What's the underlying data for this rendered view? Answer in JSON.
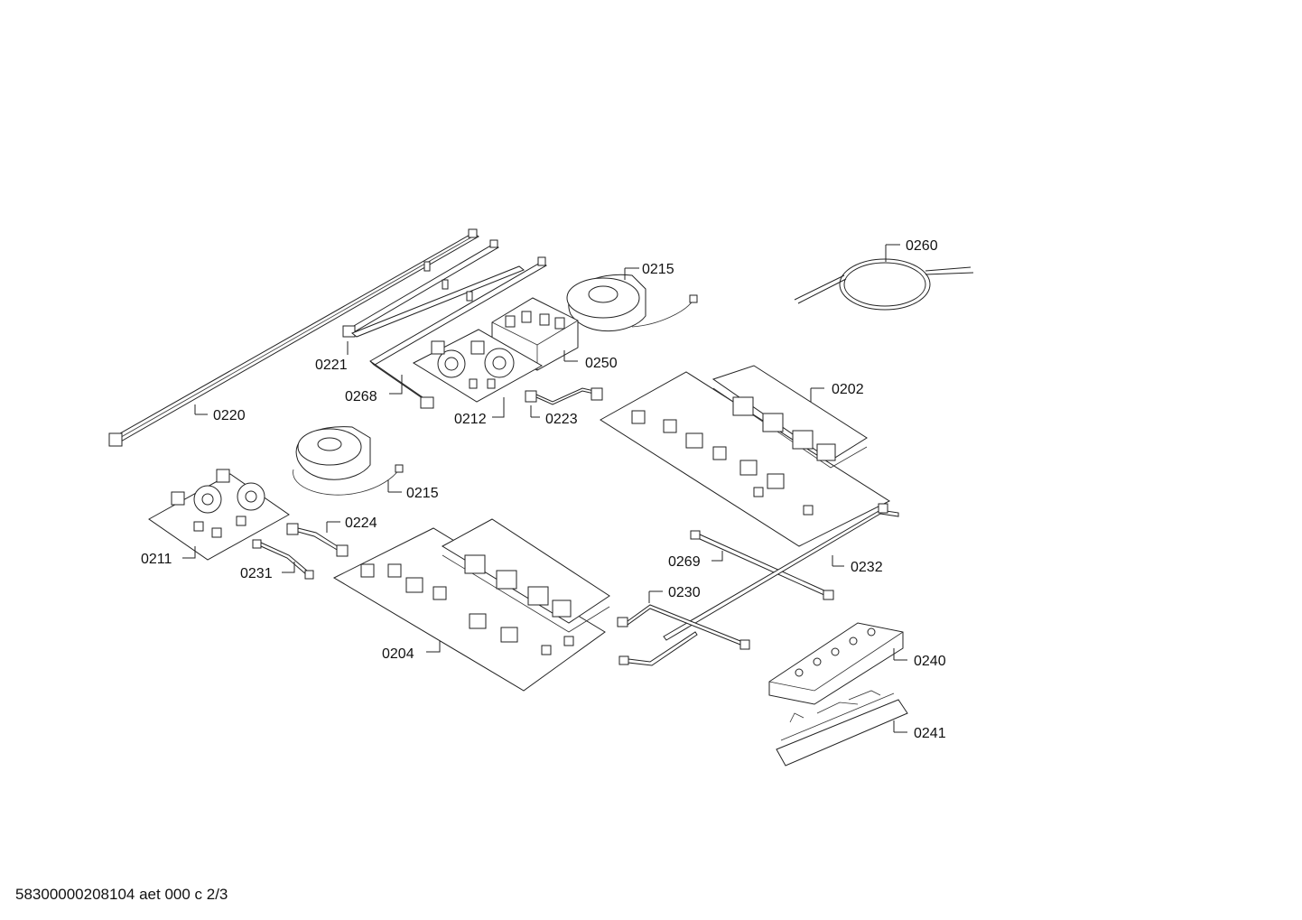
{
  "labels": {
    "p0215_a": "0215",
    "p0221": "0221",
    "p0268": "0268",
    "p0220": "0220",
    "p0212": "0212",
    "p0223": "0223",
    "p0250": "0250",
    "p0260": "0260",
    "p0202": "0202",
    "p0215_b": "0215",
    "p0224": "0224",
    "p0211": "0211",
    "p0231": "0231",
    "p0204": "0204",
    "p0269": "0269",
    "p0232": "0232",
    "p0230": "0230",
    "p0240": "0240",
    "p0241": "0241"
  },
  "footer": "58300000208104 aet 000 c 2/3"
}
